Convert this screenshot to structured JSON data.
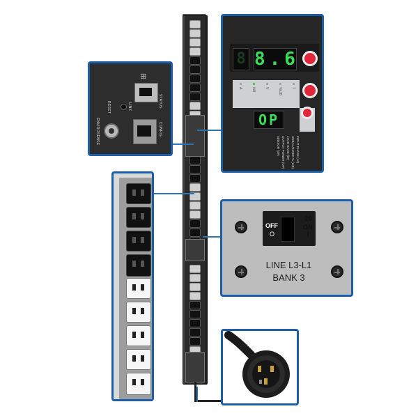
{
  "display": {
    "digits": "8.6",
    "code": "OP",
    "indicators": [
      "A",
      "kW",
      "V",
      "%LIB",
      "T"
    ],
    "legend": [
      "INPUT PHASE (L#)",
      "UNBALANCED % (LIB)",
      "LOAD BANK (b#)",
      "OUTPUT POWER (OP)",
      "SENSOR (S#)"
    ]
  },
  "network_panel": {
    "reset_label": "RESET",
    "link_label": "LINK",
    "status_label": "STATUS",
    "envirosense_label": "ENVIROSENSE",
    "config_label": "CONFIG"
  },
  "breaker": {
    "off_label": "OFF",
    "off_symbol": "O",
    "on_label": "ON",
    "on_symbol": "I",
    "rating": "20",
    "line_label": "LINE L3-L1",
    "bank_label": "BANK 3"
  },
  "colors": {
    "callout_border": "#1d5ea8",
    "display_green": "#38e05a",
    "button_red": "#e1283b"
  }
}
